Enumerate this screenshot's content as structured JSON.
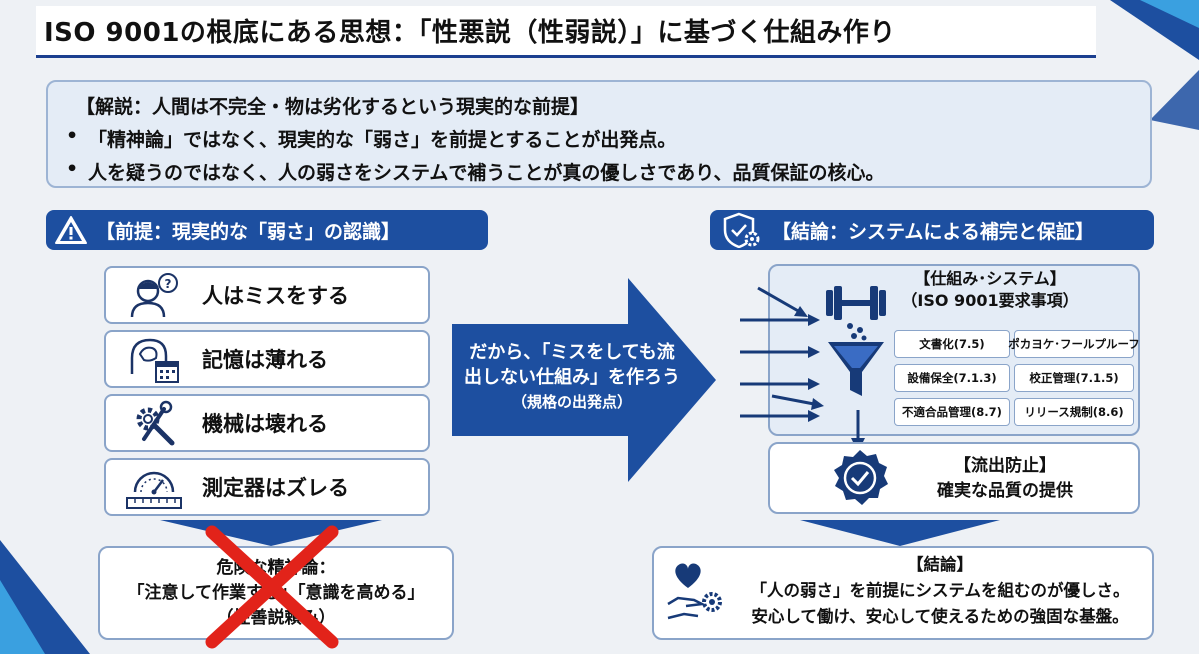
{
  "title": "ISO 9001の根底にある思想：「性悪説（性弱説）」に基づく仕組み作り",
  "explanation": {
    "heading": "【解説：人間は不完全・物は劣化するという現実的な前提】",
    "bullets": [
      "「精神論」ではなく、現実的な「弱さ」を前提とすることが出発点。",
      "人を疑うのではなく、人の弱さをシステムで補うことが真の優しさであり、品質保証の核心。"
    ],
    "bullet_mark": "•"
  },
  "premise": {
    "header": "【前提：現実的な「弱さ」の認識】",
    "header_icon": "warning-triangle-icon",
    "items": [
      {
        "label": "人はミスをする",
        "icon": "confused-person-icon"
      },
      {
        "label": "記憶は薄れる",
        "icon": "brain-calendar-icon"
      },
      {
        "label": "機械は壊れる",
        "icon": "gear-wrench-icon"
      },
      {
        "label": "測定器はズレる",
        "icon": "gauge-ruler-icon"
      }
    ]
  },
  "danger": {
    "lines": [
      "危険な精神論：",
      "「注意して作業する」「意識を高める」",
      "（性善説頼み）"
    ],
    "cross_color": "#e2231a"
  },
  "arrow": {
    "lines": [
      "だから、「ミスをしても流",
      "出しない仕組み」を作ろう"
    ],
    "sub": "（規格の出発点）"
  },
  "conclusion_section": {
    "header": "【結論：システムによる補完と保証】",
    "header_icon": "shield-gear-icon"
  },
  "system": {
    "title": "【仕組み･システム】",
    "subtitle": "（ISO 9001要求事項）",
    "tags": [
      "文書化(7.5)",
      "ポカヨケ･フールプルーフ",
      "設備保全(7.1.3)",
      "校正管理(7.1.5)",
      "不適合品管理(8.7)",
      "リリース規制(8.6)"
    ]
  },
  "outflow": {
    "title": "【流出防止】",
    "text": "確実な品質の提供"
  },
  "conclusion": {
    "title": "【結論】",
    "lines": [
      "「人の弱さ」を前提にシステムを組むのが優しさ。",
      "安心して働け、安心して使えるための強固な基盤。"
    ]
  },
  "colors": {
    "primary": "#1d4fa0",
    "dark": "#173a78",
    "panel": "#e4ecf6",
    "border": "#8aa4c9",
    "danger": "#e2231a"
  }
}
